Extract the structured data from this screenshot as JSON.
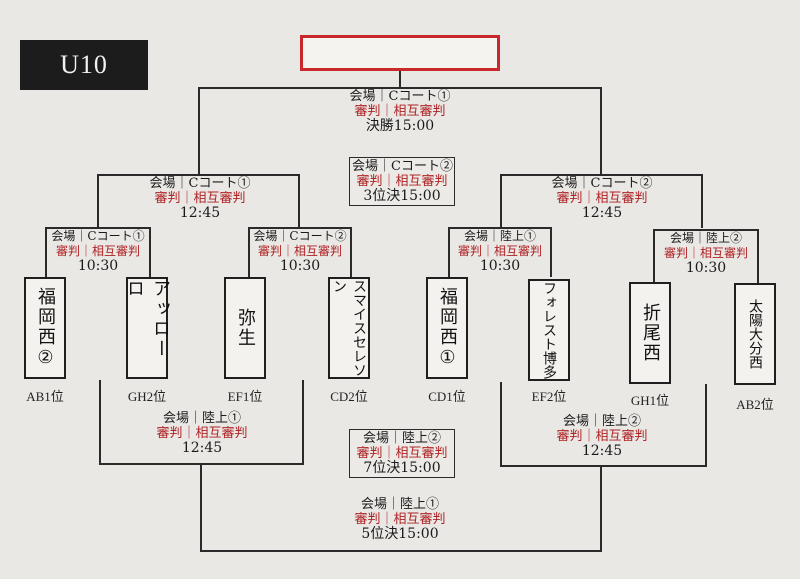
{
  "category": "U10",
  "final": {
    "venue": "会場｜Cコート①",
    "referee": "審判｜相互審判",
    "time": "決勝15:00"
  },
  "third_place": {
    "venue": "会場｜Cコート②",
    "referee": "審判｜相互審判",
    "time": "3位決15:00"
  },
  "semi_left": {
    "venue": "会場｜Cコート①",
    "referee": "審判｜相互審判",
    "time": "12:45"
  },
  "semi_right": {
    "venue": "会場｜Cコート②",
    "referee": "審判｜相互審判",
    "time": "12:45"
  },
  "qf1": {
    "venue": "会場｜Cコート①",
    "referee": "審判｜相互審判",
    "time": "10:30"
  },
  "qf2": {
    "venue": "会場｜Cコート②",
    "referee": "審判｜相互審判",
    "time": "10:30"
  },
  "qf3": {
    "venue": "会場｜陸上①",
    "referee": "審判｜相互審判",
    "time": "10:30"
  },
  "qf4": {
    "venue": "会場｜陸上②",
    "referee": "審判｜相互審判",
    "time": "10:30"
  },
  "cons_left": {
    "venue": "会場｜陸上①",
    "referee": "審判｜相互審判",
    "time": "12:45"
  },
  "cons_right": {
    "venue": "会場｜陸上②",
    "referee": "審判｜相互審判",
    "time": "12:45"
  },
  "seventh_place": {
    "venue": "会場｜陸上②",
    "referee": "審判｜相互審判",
    "time": "7位決15:00"
  },
  "fifth_place": {
    "venue": "会場｜陸上①",
    "referee": "審判｜相互審判",
    "time": "5位決15:00"
  },
  "teams": [
    {
      "name": "福岡西②",
      "seed": "AB1位"
    },
    {
      "name": "アッローロ",
      "seed": "GH2位"
    },
    {
      "name": "弥生",
      "seed": "EF1位"
    },
    {
      "name": "スマイスセレソン",
      "seed": "CD2位"
    },
    {
      "name": "福岡西①",
      "seed": "CD1位"
    },
    {
      "name": "フォレスト博多",
      "seed": "EF2位"
    },
    {
      "name": "折尾西",
      "seed": "GH1位"
    },
    {
      "name": "太陽大分西",
      "seed": "AB2位"
    }
  ]
}
